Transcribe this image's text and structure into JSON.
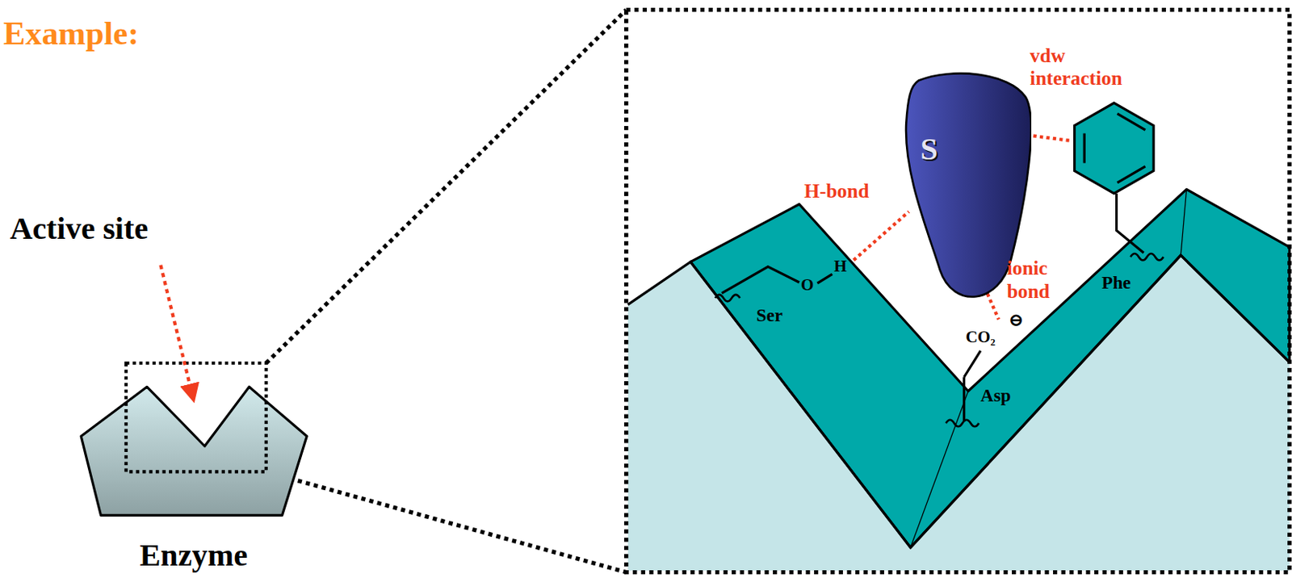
{
  "diagram": {
    "title": "Example:",
    "nodes": [
      {
        "text": [
          "Enzyme"
        ]
      },
      {
        "text": [
          "S"
        ]
      }
    ],
    "labels": [
      "Active site",
      "H-bond",
      "vdw interaction",
      "ionic bond",
      "Ser",
      "O",
      "H",
      "CO₂",
      "⊖",
      "Asp",
      "Phe"
    ]
  }
}
